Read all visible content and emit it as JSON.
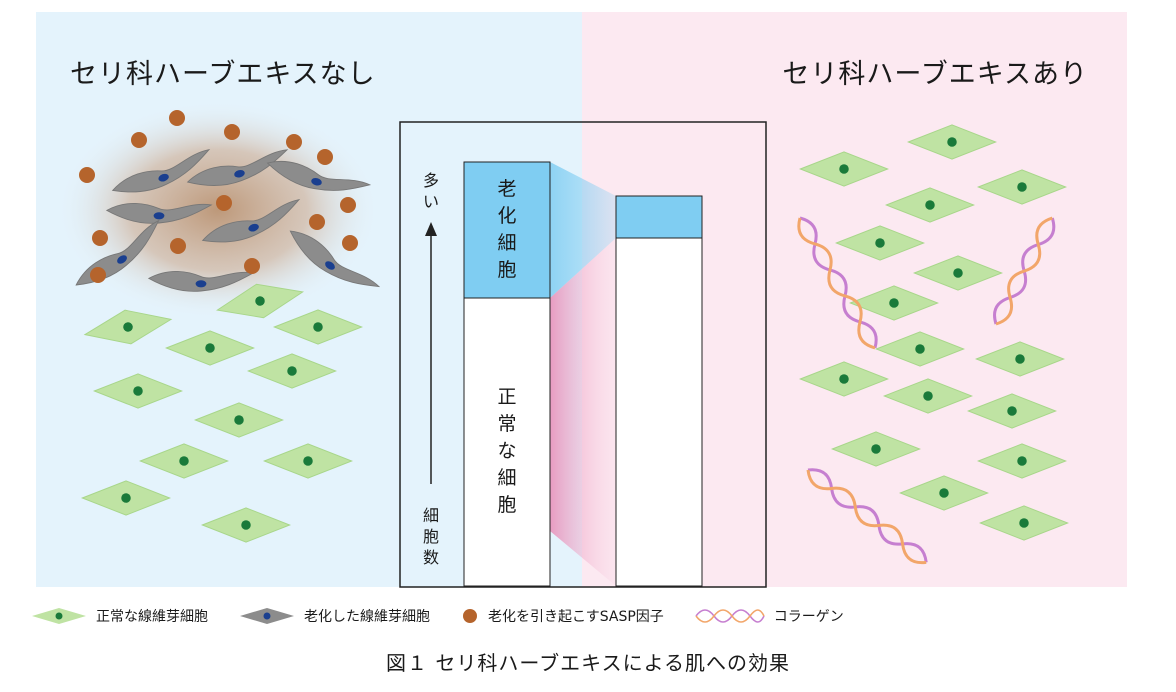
{
  "panels": {
    "left_title": "セリ科ハーブエキスなし",
    "right_title": "セリ科ハーブエキスあり"
  },
  "chart": {
    "aging_label": "老化細胞",
    "normal_label": "正常な細胞",
    "axis_top": "多い",
    "axis_bottom": "細胞数"
  },
  "legend": {
    "normal": "正常な線維芽細胞",
    "aged": "老化した線維芽細胞",
    "sasp": "老化を引き起こすSASP因子",
    "collagen": "コラーゲン"
  },
  "caption": "図１ セリ科ハーブエキスによる肌への効果",
  "colors": {
    "left_bg": "#e4f3fc",
    "right_bg": "#fce9f1",
    "aging_bar": "#7fcdf2",
    "normal_cell": "#bfe3a3",
    "nucleus_green": "#1a7a3a",
    "aged_cell": "#8c8c8c",
    "nucleus_blue": "#1a3f8f",
    "sasp": "#b5642c",
    "collagen_a": "#c67fd0",
    "collagen_b": "#f2a66a"
  }
}
